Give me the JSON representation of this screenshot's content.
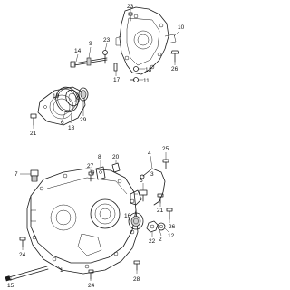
{
  "colors": {
    "line": "#1a1a1a",
    "background": "#ffffff",
    "shade": "#cfcfcf"
  },
  "labels": {
    "l23a": "23",
    "l14": "14",
    "l9": "9",
    "l23b": "23",
    "l10": "10",
    "l26a": "26",
    "l13": "13",
    "l17": "17",
    "l11": "11",
    "l19": "19",
    "l6": "6",
    "l29": "29",
    "l18": "18",
    "l21a": "21",
    "l7": "7",
    "l27": "27",
    "l8": "8",
    "l20": "20",
    "l4": "4",
    "l25": "25",
    "l3": "3",
    "l5": "5",
    "l16": "16",
    "l21b": "21",
    "l24a": "24",
    "l2": "2",
    "l22": "22",
    "l12": "12",
    "l26b": "26",
    "l15": "15",
    "l1": "1",
    "l28": "28",
    "l24b": "24"
  }
}
